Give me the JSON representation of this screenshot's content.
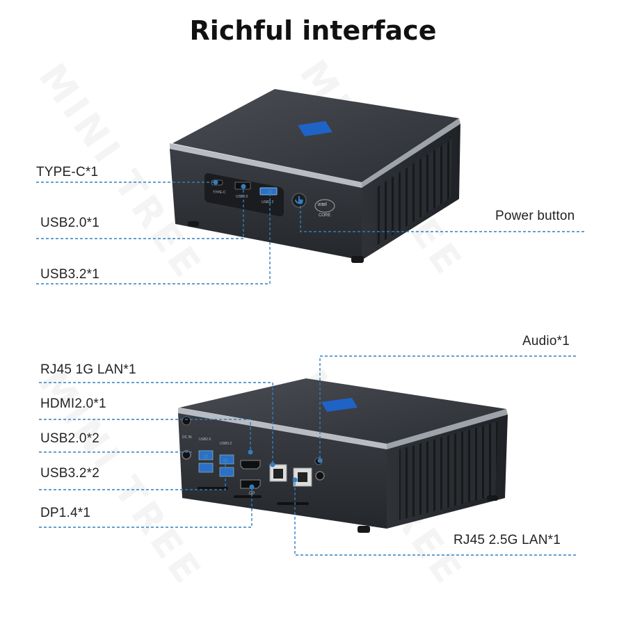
{
  "title": "Richful interface",
  "watermark": "MINI TREE",
  "front_labels": {
    "typec": "TYPE-C*1",
    "usb20": "USB2.0*1",
    "usb32": "USB3.2*1",
    "power": "Power button"
  },
  "rear_labels": {
    "audio": "Audio*1",
    "rj45_1g": "RJ45 1G LAN*1",
    "hdmi": "HDMI2.0*1",
    "usb20": "USB2.0*2",
    "usb32": "USB3.2*2",
    "dp": "DP1.4*1",
    "rj45_25g": "RJ45 2.5G LAN*1"
  },
  "front_port_text": {
    "typec": "TYPE-C",
    "usb20": "USB2.0",
    "usb32": "USB3.2",
    "intel": "intel",
    "core": "CORE"
  },
  "rear_port_text": {
    "dcin": "DC IN",
    "usb20": "USB2.0",
    "usb32": "USB3.2",
    "dp": "DP"
  },
  "colors": {
    "leader_line": "#2f7fc0",
    "chassis_top": "#3a3d42",
    "chassis_side": "#2b2e33",
    "bezel": "#aeb2b8",
    "port_blue": "#2d6fc4",
    "badge_blue": "#1f63c6"
  }
}
